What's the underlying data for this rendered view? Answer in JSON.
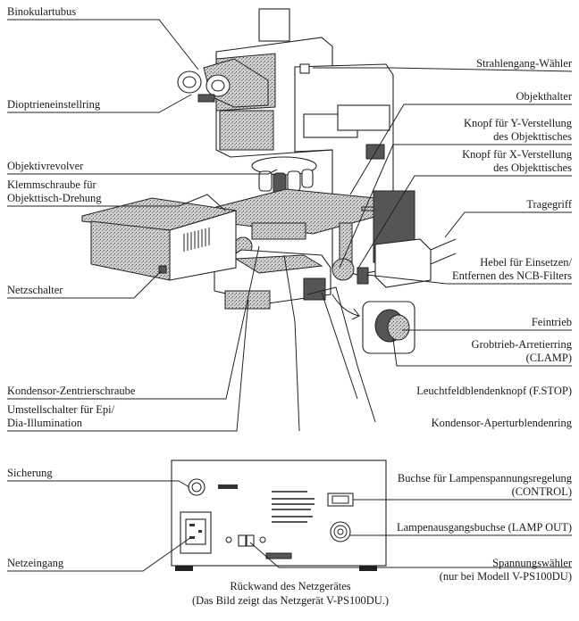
{
  "diagram": {
    "subject": "Mikroskop mit Netzgerät – Bezeichnung der Teile",
    "microscope_labels_left": [
      "Binokulartubus",
      "Dioptrieneinstellring",
      "Objektivrevolver",
      "Klemmschraube für\nObjekttisch-Drehung",
      "Netzschalter",
      "Kondensor-Zentrierschraube",
      "Umstellschalter für Epi/\nDia-Illumination"
    ],
    "microscope_labels_right": [
      "Strahlengang-Wähler",
      "Objekthalter",
      "Knopf für Y-Verstellung\ndes Objekttisches",
      "Knopf für X-Verstellung\ndes Objekttisches",
      "Tragegriff",
      "Hebel für Einsetzen/\nEntfernen des NCB-Filters",
      "Feintrieb",
      "Grobtrieb-Arretierring\n(CLAMP)",
      "Leuchtfeldblendenknopf (F.STOP)",
      "Kondensor-Aperturblendenring"
    ],
    "power_supply_labels_left": [
      "Sicherung",
      "Netzeingang"
    ],
    "power_supply_labels_right": [
      "Buchse für Lampenspannungsregelung\n(CONTROL)",
      "Lampenausgangsbuchse (LAMP OUT)",
      "Spannungswähler\n(nur bei Modell V-PS100DU)"
    ],
    "caption_line1": "Rückwand des Netzgerätes",
    "caption_line2": "(Das Bild zeigt das Netzgerät V-PS100DU.)"
  }
}
